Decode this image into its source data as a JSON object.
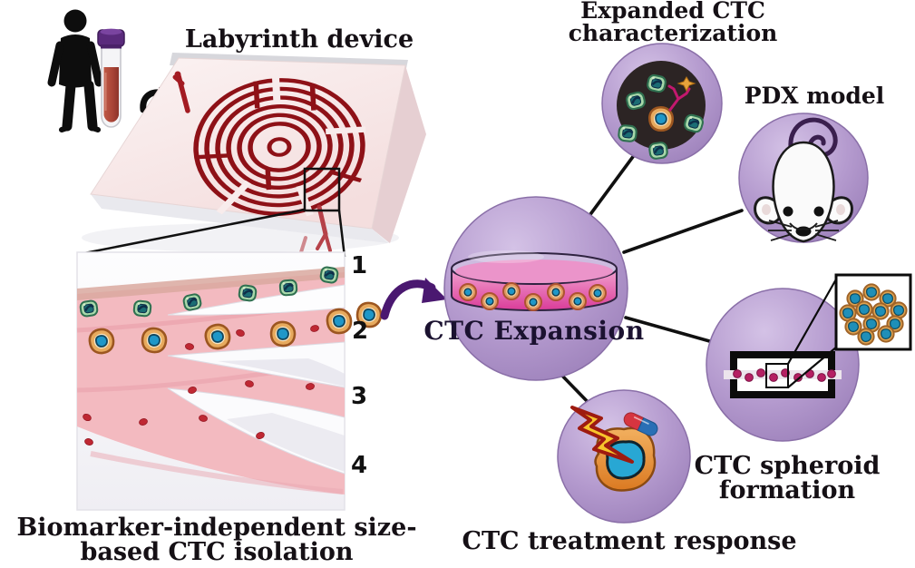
{
  "figure_labels": {
    "labyrinth_title": "Labyrinth device",
    "isolation_caption_line1": "Biomarker-independent size-",
    "isolation_caption_line2": "based CTC isolation",
    "outlet_1": "1",
    "outlet_2": "2",
    "outlet_3": "3",
    "outlet_4": "4",
    "expansion_label": "CTC Expansion",
    "characterization_line1": "Expanded CTC",
    "characterization_line2": "characterization",
    "pdx_label": "PDX model",
    "spheroid_line1": "CTC spheroid",
    "spheroid_line2": "formation",
    "treatment_label": "CTC treatment response"
  },
  "colors": {
    "background": "#ffffff",
    "node_purple": "#b298cd",
    "node_purple_light": "#cfbbe4",
    "node_purple_edge": "#8a6fa8",
    "maze_red": "#8e1117",
    "slab_pink": "#f8ecec",
    "channel_pink": "#f3bac0",
    "media_pink": "#e04b9f",
    "ctc_orange": "#e2a155",
    "ctc_nucleus_blue": "#2196c9",
    "wbc_green": "#a8d8aa",
    "rbc_red": "#bf2833",
    "arrow_purple": "#4a1870",
    "connector_black": "#111111",
    "dark_well": "#2c2424",
    "lightning_yellow": "#f7c52b",
    "pill_red": "#d63540",
    "pill_blue": "#2a6fb5",
    "spheroid_magenta": "#b51f63"
  },
  "icons": {
    "patient": "patient-silhouette-icon",
    "blood_tube": "blood-tube-icon",
    "inlet_arrow": "curved-arrow-icon",
    "ctc_transfer_arrow": "curved-arrow-icon",
    "petri_dish": "petri-dish-icon",
    "mouse": "mouse-icon",
    "lightning": "lightning-bolt-icon",
    "pill": "pill-capsule-icon"
  }
}
